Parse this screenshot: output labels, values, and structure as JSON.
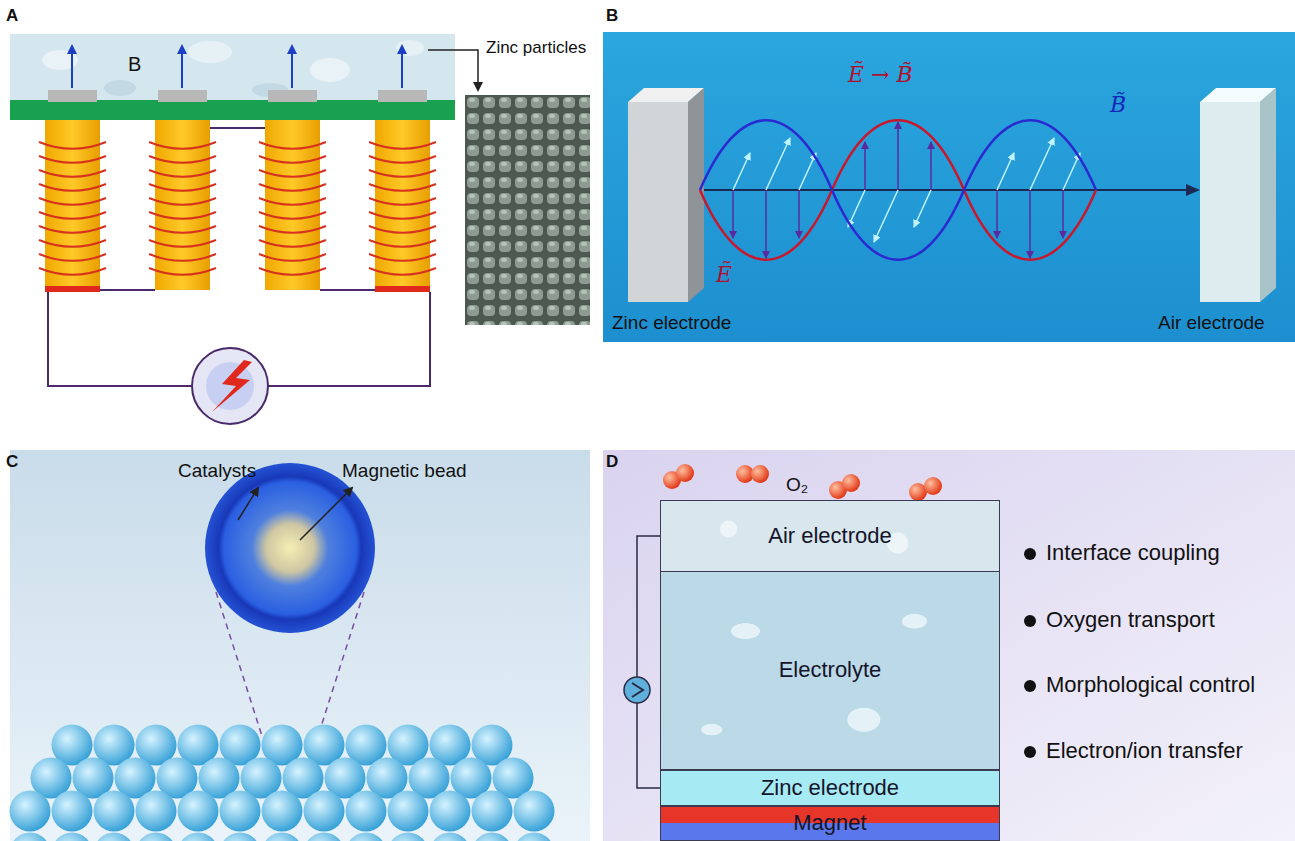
{
  "diagram": {
    "nodes": [
      {
        "text": [
          "Air electrode"
        ]
      },
      {
        "text": [
          "Electrolyte"
        ]
      },
      {
        "text": [
          "Zinc electrode"
        ]
      },
      {
        "text": [
          "Magnet"
        ]
      }
    ],
    "edges": [
      {
        "from": 0,
        "to": 2,
        "arrow": "none"
      }
    ],
    "labels": [
      "A",
      "B",
      "Zinc particles",
      "B",
      "Ẽ → B̃",
      "B̃",
      "Ẽ",
      "Zinc electrode",
      "Air electrode",
      "C",
      "Catalysts",
      "Magnetic bead",
      "D",
      "O₂",
      "Interface coupling",
      "Oxygen transport",
      "Morphological control",
      "Electron/ion transfer"
    ]
  }
}
